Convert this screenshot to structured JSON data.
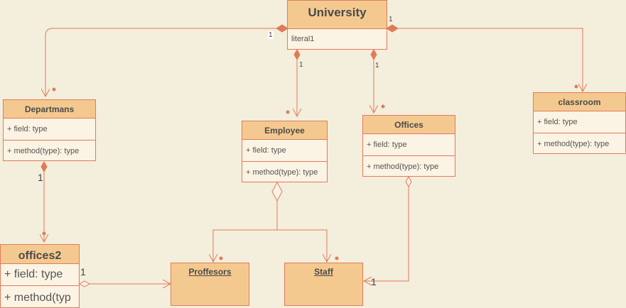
{
  "classes": {
    "university": {
      "name": "University",
      "attr": "literal1"
    },
    "departmans": {
      "name": "Departmans",
      "field": "+ field: type",
      "method": "+ method(type): type"
    },
    "employee": {
      "name": "Employee",
      "field": "+ field: type",
      "method": "+ method(type): type"
    },
    "offices": {
      "name": "Offices",
      "field": "+ field: type",
      "method": "+ method(type): type"
    },
    "classroom": {
      "name": "classroom",
      "field": "+ field: type",
      "method": "+ method(type): type"
    },
    "offices2": {
      "name": "offices2",
      "field": "+ field: type",
      "method": "+ method(typ"
    }
  },
  "objects": {
    "proffesors": "Proffesors",
    "staff": "Staff"
  },
  "multiplicities": {
    "univ_dept": "1",
    "univ_class": "1",
    "univ_emp": "1",
    "univ_off": "1",
    "dept_off2": "1",
    "off2_prof": "1",
    "off_staff": "1"
  },
  "colors": {
    "line": "#e07b5a",
    "header_fill": "#f4c98f",
    "body_fill": "#fbf3e3",
    "background": "#f4eedc"
  }
}
